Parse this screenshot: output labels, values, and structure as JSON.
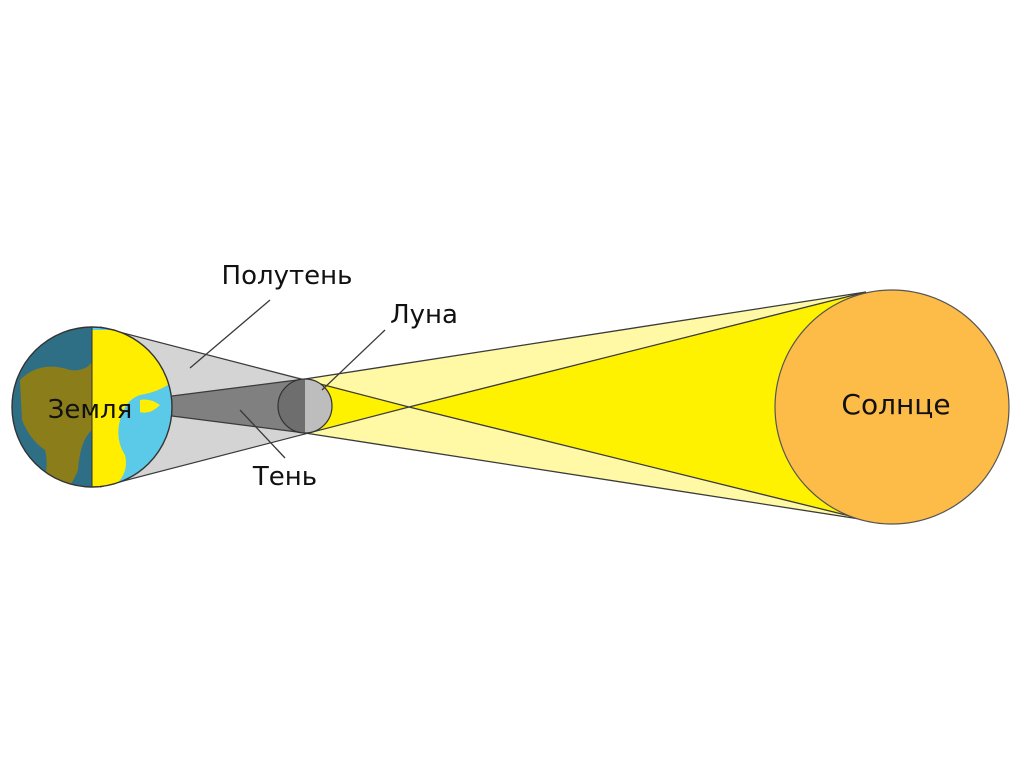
{
  "labels": {
    "earth": "Земля",
    "moon": "Луна",
    "sun": "Солнце",
    "penumbra": "Полутень",
    "umbra": "Тень"
  },
  "colors": {
    "background": "#ffffff",
    "sun": "#fdbb47",
    "sunlight_core": "#fff200",
    "sunlight_outer": "#fff9a6",
    "penumbra": "#d4d4d4",
    "umbra": "#808080",
    "moon_dark": "#6e6e6e",
    "moon_lit": "#bdbdbd",
    "earth_day_land": "#ffee00",
    "earth_day_ocean": "#5bc9e8",
    "earth_night_land": "#8b7e1a",
    "earth_night_ocean": "#2f6f86",
    "outline": "#333333"
  }
}
